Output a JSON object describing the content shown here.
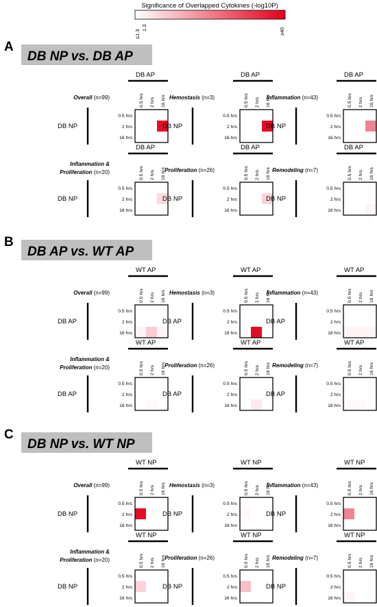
{
  "colorbar": {
    "title": "Significance of Overlapped Cytokines (-log10P)",
    "tick_low": "≤1.3",
    "tick_mid": "1.3",
    "tick_high": "≥40",
    "color_min": "#ffffff",
    "color_max": "#e3001b",
    "range": [
      1.3,
      40
    ]
  },
  "time_labels": [
    "0.5 hrs",
    "2 hrs",
    "16 hrs"
  ],
  "chart_data": [
    {
      "type": "heatmap",
      "letter": "A",
      "title": "DB NP vs. DB AP",
      "row_group": "DB NP",
      "col_group": "DB AP",
      "panels": [
        {
          "label": "Overall",
          "n": "(n=99)",
          "values": [
            [
              1.3,
              1.3,
              1.3
            ],
            [
              1.3,
              1.3,
              38
            ],
            [
              1.3,
              1.3,
              1.3
            ]
          ]
        },
        {
          "label": "Hemostasis",
          "n": "(n=3)",
          "values": [
            [
              1.3,
              1.3,
              1.3
            ],
            [
              1.3,
              1.3,
              38
            ],
            [
              1.3,
              1.3,
              1.3
            ]
          ]
        },
        {
          "label": "Inflammation",
          "n": "(n=43)",
          "values": [
            [
              1.3,
              1.3,
              1.3
            ],
            [
              1.3,
              1.3,
              20
            ],
            [
              1.3,
              1.3,
              1.3
            ]
          ]
        },
        {
          "label": "Inflammation & Proliferation",
          "n": "(n=20)",
          "values": [
            [
              1.3,
              1.3,
              1.3
            ],
            [
              1.3,
              1.3,
              7
            ],
            [
              1.3,
              1.3,
              1.3
            ]
          ]
        },
        {
          "label": "Proliferation",
          "n": "(n=26)",
          "values": [
            [
              1.3,
              1.3,
              1.3
            ],
            [
              1.3,
              1.3,
              8
            ],
            [
              1.3,
              1.3,
              1.3
            ]
          ]
        },
        {
          "label": "Remodeling",
          "n": "(n=7)",
          "values": [
            [
              1.3,
              1.3,
              1.3
            ],
            [
              1.3,
              1.3,
              1.3
            ],
            [
              1.3,
              1.3,
              3
            ]
          ]
        }
      ]
    },
    {
      "type": "heatmap",
      "letter": "B",
      "title": "DB AP vs. WT AP",
      "row_group": "DB AP",
      "col_group": "WT AP",
      "panels": [
        {
          "label": "Overall",
          "n": "(n=99)",
          "values": [
            [
              1.3,
              1.3,
              1.3
            ],
            [
              1.3,
              1.3,
              1.3
            ],
            [
              3,
              9,
              2.5
            ]
          ]
        },
        {
          "label": "Hemostasis",
          "n": "(n=3)",
          "values": [
            [
              1.3,
              1.3,
              1.3
            ],
            [
              1.3,
              1.3,
              1.3
            ],
            [
              1.3,
              38,
              1.3
            ]
          ]
        },
        {
          "label": "Inflammation",
          "n": "(n=43)",
          "values": [
            [
              1.3,
              1.3,
              1.3
            ],
            [
              1.3,
              1.3,
              1.3
            ],
            [
              3,
              3,
              3
            ]
          ]
        },
        {
          "label": "Inflammation & Proliferation",
          "n": "(n=20)",
          "values": [
            [
              1.3,
              1.3,
              1.3
            ],
            [
              1.3,
              1.3,
              1.3
            ],
            [
              1.3,
              2,
              1.3
            ]
          ]
        },
        {
          "label": "Proliferation",
          "n": "(n=26)",
          "values": [
            [
              1.3,
              1.3,
              1.3
            ],
            [
              1.3,
              1.3,
              1.3
            ],
            [
              1.3,
              4.5,
              1.3
            ]
          ]
        },
        {
          "label": "Remodeling",
          "n": "(n=7)",
          "values": [
            [
              1.3,
              1.3,
              1.3
            ],
            [
              1.3,
              1.3,
              1.3
            ],
            [
              2,
              2,
              1.3
            ]
          ]
        }
      ]
    },
    {
      "type": "heatmap",
      "letter": "C",
      "title": "DB NP vs. WT NP",
      "row_group": "DB NP",
      "col_group": "WT NP",
      "panels": [
        {
          "label": "Overall",
          "n": "(n=99)",
          "values": [
            [
              1.3,
              1.3,
              1.3
            ],
            [
              38,
              1.3,
              1.3
            ],
            [
              1.3,
              1.3,
              1.3
            ]
          ]
        },
        {
          "label": "Hemostasis",
          "n": "(n=3)",
          "values": [
            [
              1.3,
              1.3,
              1.3
            ],
            [
              2.5,
              1.3,
              1.3
            ],
            [
              1.3,
              1.3,
              1.3
            ]
          ]
        },
        {
          "label": "Inflammation",
          "n": "(n=43)",
          "values": [
            [
              1.3,
              1.3,
              1.3
            ],
            [
              20,
              1.3,
              1.3
            ],
            [
              1.3,
              1.3,
              1.3
            ]
          ]
        },
        {
          "label": "Inflammation & Proliferation",
          "n": "(n=20)",
          "values": [
            [
              1.3,
              1.3,
              1.3
            ],
            [
              8,
              1.3,
              1.3
            ],
            [
              1.3,
              1.3,
              1.3
            ]
          ]
        },
        {
          "label": "Proliferation",
          "n": "(n=26)",
          "values": [
            [
              1.3,
              1.3,
              1.3
            ],
            [
              11,
              1.3,
              1.3
            ],
            [
              1.3,
              1.3,
              1.3
            ]
          ]
        },
        {
          "label": "Remodeling",
          "n": "(n=7)",
          "values": [
            [
              1.3,
              1.3,
              1.3
            ],
            [
              1.3,
              1.3,
              1.3
            ],
            [
              3,
              1.3,
              1.3
            ]
          ]
        }
      ]
    }
  ]
}
